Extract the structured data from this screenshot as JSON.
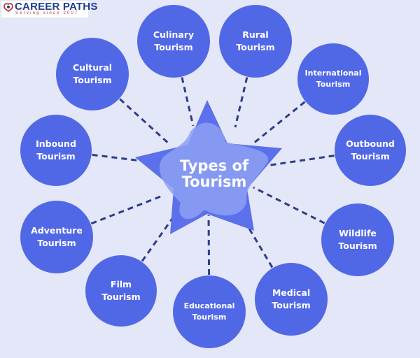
{
  "logo": {
    "title": "CAREER PATHS",
    "tagline": "Serving since 2007"
  },
  "diagram": {
    "center_title": "Types of\nTourism",
    "nodes": [
      {
        "id": "culinary",
        "label": "Culinary\nTourism"
      },
      {
        "id": "rural",
        "label": "Rural\nTourism"
      },
      {
        "id": "international",
        "label": "International\nTourism"
      },
      {
        "id": "outbound",
        "label": "Outbound\nTourism"
      },
      {
        "id": "wildlife",
        "label": "Wildlife\nTourism"
      },
      {
        "id": "medical",
        "label": "Medical\nTourism"
      },
      {
        "id": "educational",
        "label": "Educational\nTourism"
      },
      {
        "id": "film",
        "label": "Film\nTourism"
      },
      {
        "id": "adventure",
        "label": "Adventure\nTourism"
      },
      {
        "id": "inbound",
        "label": "Inbound\nTourism"
      },
      {
        "id": "cultural",
        "label": "Cultural\nTourism"
      }
    ]
  },
  "colors": {
    "background": "#e3e7f7",
    "node_fill": "#5168e6",
    "star_fill": "#5b70ea",
    "star_highlight": "#8da0f4",
    "connector": "#2e3c8c",
    "logo_primary": "#1f3f8f",
    "logo_accent": "#c0392b"
  }
}
